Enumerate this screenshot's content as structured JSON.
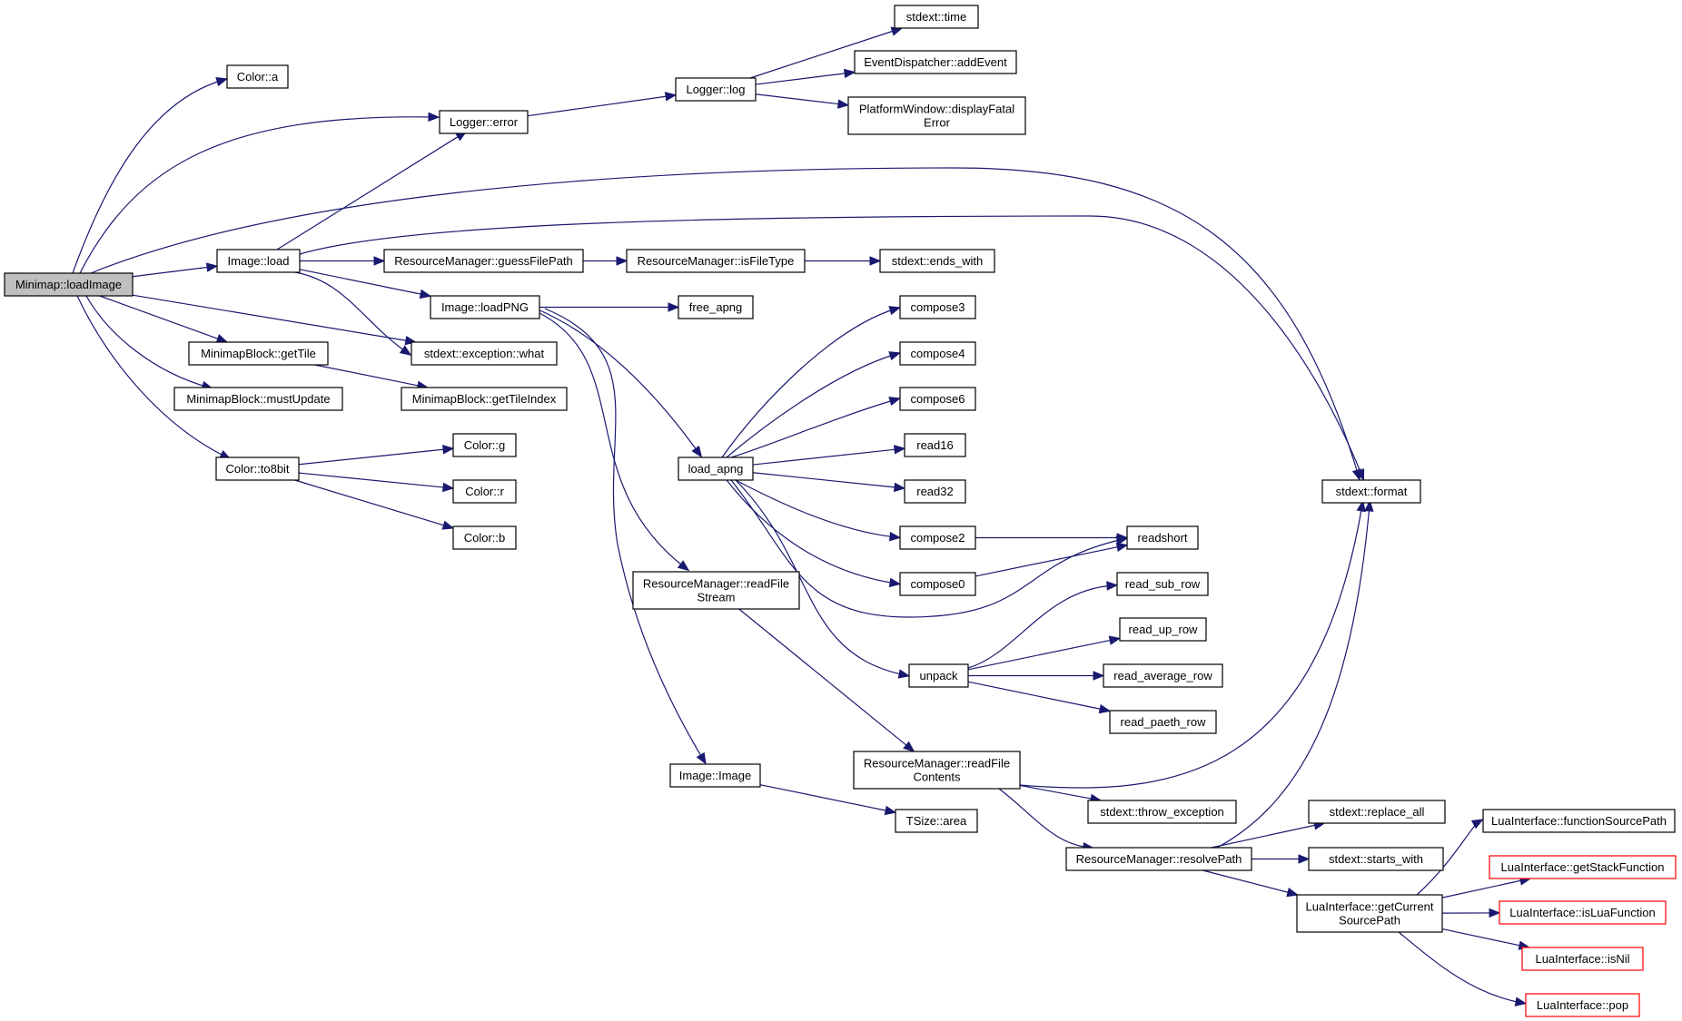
{
  "diagram": {
    "type": "call-graph",
    "nodes": [
      {
        "id": "minimap_loadimage",
        "lines": [
          "Minimap::loadImage"
        ],
        "style": "root"
      },
      {
        "id": "color_a",
        "lines": [
          "Color::a"
        ],
        "style": "normal"
      },
      {
        "id": "logger_error",
        "lines": [
          "Logger::error"
        ],
        "style": "normal"
      },
      {
        "id": "logger_log",
        "lines": [
          "Logger::log"
        ],
        "style": "normal"
      },
      {
        "id": "stdext_time",
        "lines": [
          "stdext::time"
        ],
        "style": "normal"
      },
      {
        "id": "eventdispatcher_addevent",
        "lines": [
          "EventDispatcher::addEvent"
        ],
        "style": "normal"
      },
      {
        "id": "platformwindow_displayfatalerror",
        "lines": [
          "PlatformWindow::displayFatal",
          "Error"
        ],
        "style": "normal"
      },
      {
        "id": "image_load",
        "lines": [
          "Image::load"
        ],
        "style": "normal"
      },
      {
        "id": "resourcemanager_guessfilepath",
        "lines": [
          "ResourceManager::guessFilePath"
        ],
        "style": "normal"
      },
      {
        "id": "resourcemanager_isfiletype",
        "lines": [
          "ResourceManager::isFileType"
        ],
        "style": "normal"
      },
      {
        "id": "stdext_ends_with",
        "lines": [
          "stdext::ends_with"
        ],
        "style": "normal"
      },
      {
        "id": "image_loadpng",
        "lines": [
          "Image::loadPNG"
        ],
        "style": "normal"
      },
      {
        "id": "free_apng",
        "lines": [
          "free_apng"
        ],
        "style": "normal"
      },
      {
        "id": "stdext_exception_what",
        "lines": [
          "stdext::exception::what"
        ],
        "style": "normal"
      },
      {
        "id": "minimapblock_gettile",
        "lines": [
          "MinimapBlock::getTile"
        ],
        "style": "normal"
      },
      {
        "id": "minimapblock_mustupdate",
        "lines": [
          "MinimapBlock::mustUpdate"
        ],
        "style": "normal"
      },
      {
        "id": "minimapblock_gettileindex",
        "lines": [
          "MinimapBlock::getTileIndex"
        ],
        "style": "normal"
      },
      {
        "id": "color_to8bit",
        "lines": [
          "Color::to8bit"
        ],
        "style": "normal"
      },
      {
        "id": "color_g",
        "lines": [
          "Color::g"
        ],
        "style": "normal"
      },
      {
        "id": "color_r",
        "lines": [
          "Color::r"
        ],
        "style": "normal"
      },
      {
        "id": "color_b",
        "lines": [
          "Color::b"
        ],
        "style": "normal"
      },
      {
        "id": "load_apng",
        "lines": [
          "load_apng"
        ],
        "style": "normal"
      },
      {
        "id": "compose3",
        "lines": [
          "compose3"
        ],
        "style": "normal"
      },
      {
        "id": "compose4",
        "lines": [
          "compose4"
        ],
        "style": "normal"
      },
      {
        "id": "compose6",
        "lines": [
          "compose6"
        ],
        "style": "normal"
      },
      {
        "id": "read16",
        "lines": [
          "read16"
        ],
        "style": "normal"
      },
      {
        "id": "read32",
        "lines": [
          "read32"
        ],
        "style": "normal"
      },
      {
        "id": "compose2",
        "lines": [
          "compose2"
        ],
        "style": "normal"
      },
      {
        "id": "compose0",
        "lines": [
          "compose0"
        ],
        "style": "normal"
      },
      {
        "id": "readshort",
        "lines": [
          "readshort"
        ],
        "style": "normal"
      },
      {
        "id": "read_sub_row",
        "lines": [
          "read_sub_row"
        ],
        "style": "normal"
      },
      {
        "id": "read_up_row",
        "lines": [
          "read_up_row"
        ],
        "style": "normal"
      },
      {
        "id": "unpack",
        "lines": [
          "unpack"
        ],
        "style": "normal"
      },
      {
        "id": "read_average_row",
        "lines": [
          "read_average_row"
        ],
        "style": "normal"
      },
      {
        "id": "read_paeth_row",
        "lines": [
          "read_paeth_row"
        ],
        "style": "normal"
      },
      {
        "id": "stdext_format",
        "lines": [
          "stdext::format"
        ],
        "style": "normal"
      },
      {
        "id": "resourcemanager_readfilestream",
        "lines": [
          "ResourceManager::readFile",
          "Stream"
        ],
        "style": "normal"
      },
      {
        "id": "image_image",
        "lines": [
          "Image::Image"
        ],
        "style": "normal"
      },
      {
        "id": "tsize_area",
        "lines": [
          "TSize::area"
        ],
        "style": "normal"
      },
      {
        "id": "resourcemanager_readfilecontents",
        "lines": [
          "ResourceManager::readFile",
          "Contents"
        ],
        "style": "normal"
      },
      {
        "id": "stdext_throw_exception",
        "lines": [
          "stdext::throw_exception"
        ],
        "style": "normal"
      },
      {
        "id": "resourcemanager_resolvepath",
        "lines": [
          "ResourceManager::resolvePath"
        ],
        "style": "normal"
      },
      {
        "id": "stdext_replace_all",
        "lines": [
          "stdext::replace_all"
        ],
        "style": "normal"
      },
      {
        "id": "stdext_starts_with",
        "lines": [
          "stdext::starts_with"
        ],
        "style": "normal"
      },
      {
        "id": "luainterface_getcurrentsourcepath",
        "lines": [
          "LuaInterface::getCurrent",
          "SourcePath"
        ],
        "style": "normal"
      },
      {
        "id": "luainterface_functionsourcepath",
        "lines": [
          "LuaInterface::functionSourcePath"
        ],
        "style": "normal"
      },
      {
        "id": "luainterface_getstackfunction",
        "lines": [
          "LuaInterface::getStackFunction"
        ],
        "style": "red"
      },
      {
        "id": "luainterface_isluafunction",
        "lines": [
          "LuaInterface::isLuaFunction"
        ],
        "style": "red"
      },
      {
        "id": "luainterface_isnil",
        "lines": [
          "LuaInterface::isNil"
        ],
        "style": "red"
      },
      {
        "id": "luainterface_pop",
        "lines": [
          "LuaInterface::pop"
        ],
        "style": "red"
      }
    ],
    "edges": [
      [
        "minimap_loadimage",
        "color_a"
      ],
      [
        "minimap_loadimage",
        "logger_error"
      ],
      [
        "minimap_loadimage",
        "stdext_format"
      ],
      [
        "minimap_loadimage",
        "image_load"
      ],
      [
        "minimap_loadimage",
        "stdext_exception_what"
      ],
      [
        "minimap_loadimage",
        "minimapblock_gettile"
      ],
      [
        "minimap_loadimage",
        "minimapblock_mustupdate"
      ],
      [
        "minimap_loadimage",
        "color_to8bit"
      ],
      [
        "logger_error",
        "logger_log"
      ],
      [
        "logger_log",
        "stdext_time"
      ],
      [
        "logger_log",
        "eventdispatcher_addevent"
      ],
      [
        "logger_log",
        "platformwindow_displayfatalerror"
      ],
      [
        "image_load",
        "logger_error"
      ],
      [
        "image_load",
        "stdext_format"
      ],
      [
        "image_load",
        "resourcemanager_guessfilepath"
      ],
      [
        "image_load",
        "image_loadpng"
      ],
      [
        "image_load",
        "stdext_exception_what"
      ],
      [
        "resourcemanager_guessfilepath",
        "resourcemanager_isfiletype"
      ],
      [
        "resourcemanager_isfiletype",
        "stdext_ends_with"
      ],
      [
        "image_loadpng",
        "free_apng"
      ],
      [
        "image_loadpng",
        "load_apng"
      ],
      [
        "image_loadpng",
        "resourcemanager_readfilestream"
      ],
      [
        "image_loadpng",
        "image_image"
      ],
      [
        "minimapblock_gettile",
        "minimapblock_gettileindex"
      ],
      [
        "color_to8bit",
        "color_g"
      ],
      [
        "color_to8bit",
        "color_r"
      ],
      [
        "color_to8bit",
        "color_b"
      ],
      [
        "load_apng",
        "compose3"
      ],
      [
        "load_apng",
        "compose4"
      ],
      [
        "load_apng",
        "compose6"
      ],
      [
        "load_apng",
        "read16"
      ],
      [
        "load_apng",
        "read32"
      ],
      [
        "load_apng",
        "compose2"
      ],
      [
        "load_apng",
        "compose0"
      ],
      [
        "load_apng",
        "readshort"
      ],
      [
        "load_apng",
        "unpack"
      ],
      [
        "compose2",
        "readshort"
      ],
      [
        "compose0",
        "readshort"
      ],
      [
        "unpack",
        "read_sub_row"
      ],
      [
        "unpack",
        "read_up_row"
      ],
      [
        "unpack",
        "read_average_row"
      ],
      [
        "unpack",
        "read_paeth_row"
      ],
      [
        "resourcemanager_readfilestream",
        "resourcemanager_readfilecontents"
      ],
      [
        "image_image",
        "tsize_area"
      ],
      [
        "resourcemanager_readfilecontents",
        "stdext_format"
      ],
      [
        "resourcemanager_readfilecontents",
        "stdext_throw_exception"
      ],
      [
        "resourcemanager_readfilecontents",
        "resourcemanager_resolvepath"
      ],
      [
        "resourcemanager_resolvepath",
        "stdext_format"
      ],
      [
        "resourcemanager_resolvepath",
        "stdext_replace_all"
      ],
      [
        "resourcemanager_resolvepath",
        "stdext_starts_with"
      ],
      [
        "resourcemanager_resolvepath",
        "luainterface_getcurrentsourcepath"
      ],
      [
        "luainterface_getcurrentsourcepath",
        "luainterface_functionsourcepath"
      ],
      [
        "luainterface_getcurrentsourcepath",
        "luainterface_getstackfunction"
      ],
      [
        "luainterface_getcurrentsourcepath",
        "luainterface_isluafunction"
      ],
      [
        "luainterface_getcurrentsourcepath",
        "luainterface_isnil"
      ],
      [
        "luainterface_getcurrentsourcepath",
        "luainterface_pop"
      ]
    ],
    "colors": {
      "edge": "#191970",
      "node_border": "#000000",
      "node_fill": "#ffffff",
      "root_fill": "#bfbfbf",
      "external_border": "#ff0000"
    }
  }
}
